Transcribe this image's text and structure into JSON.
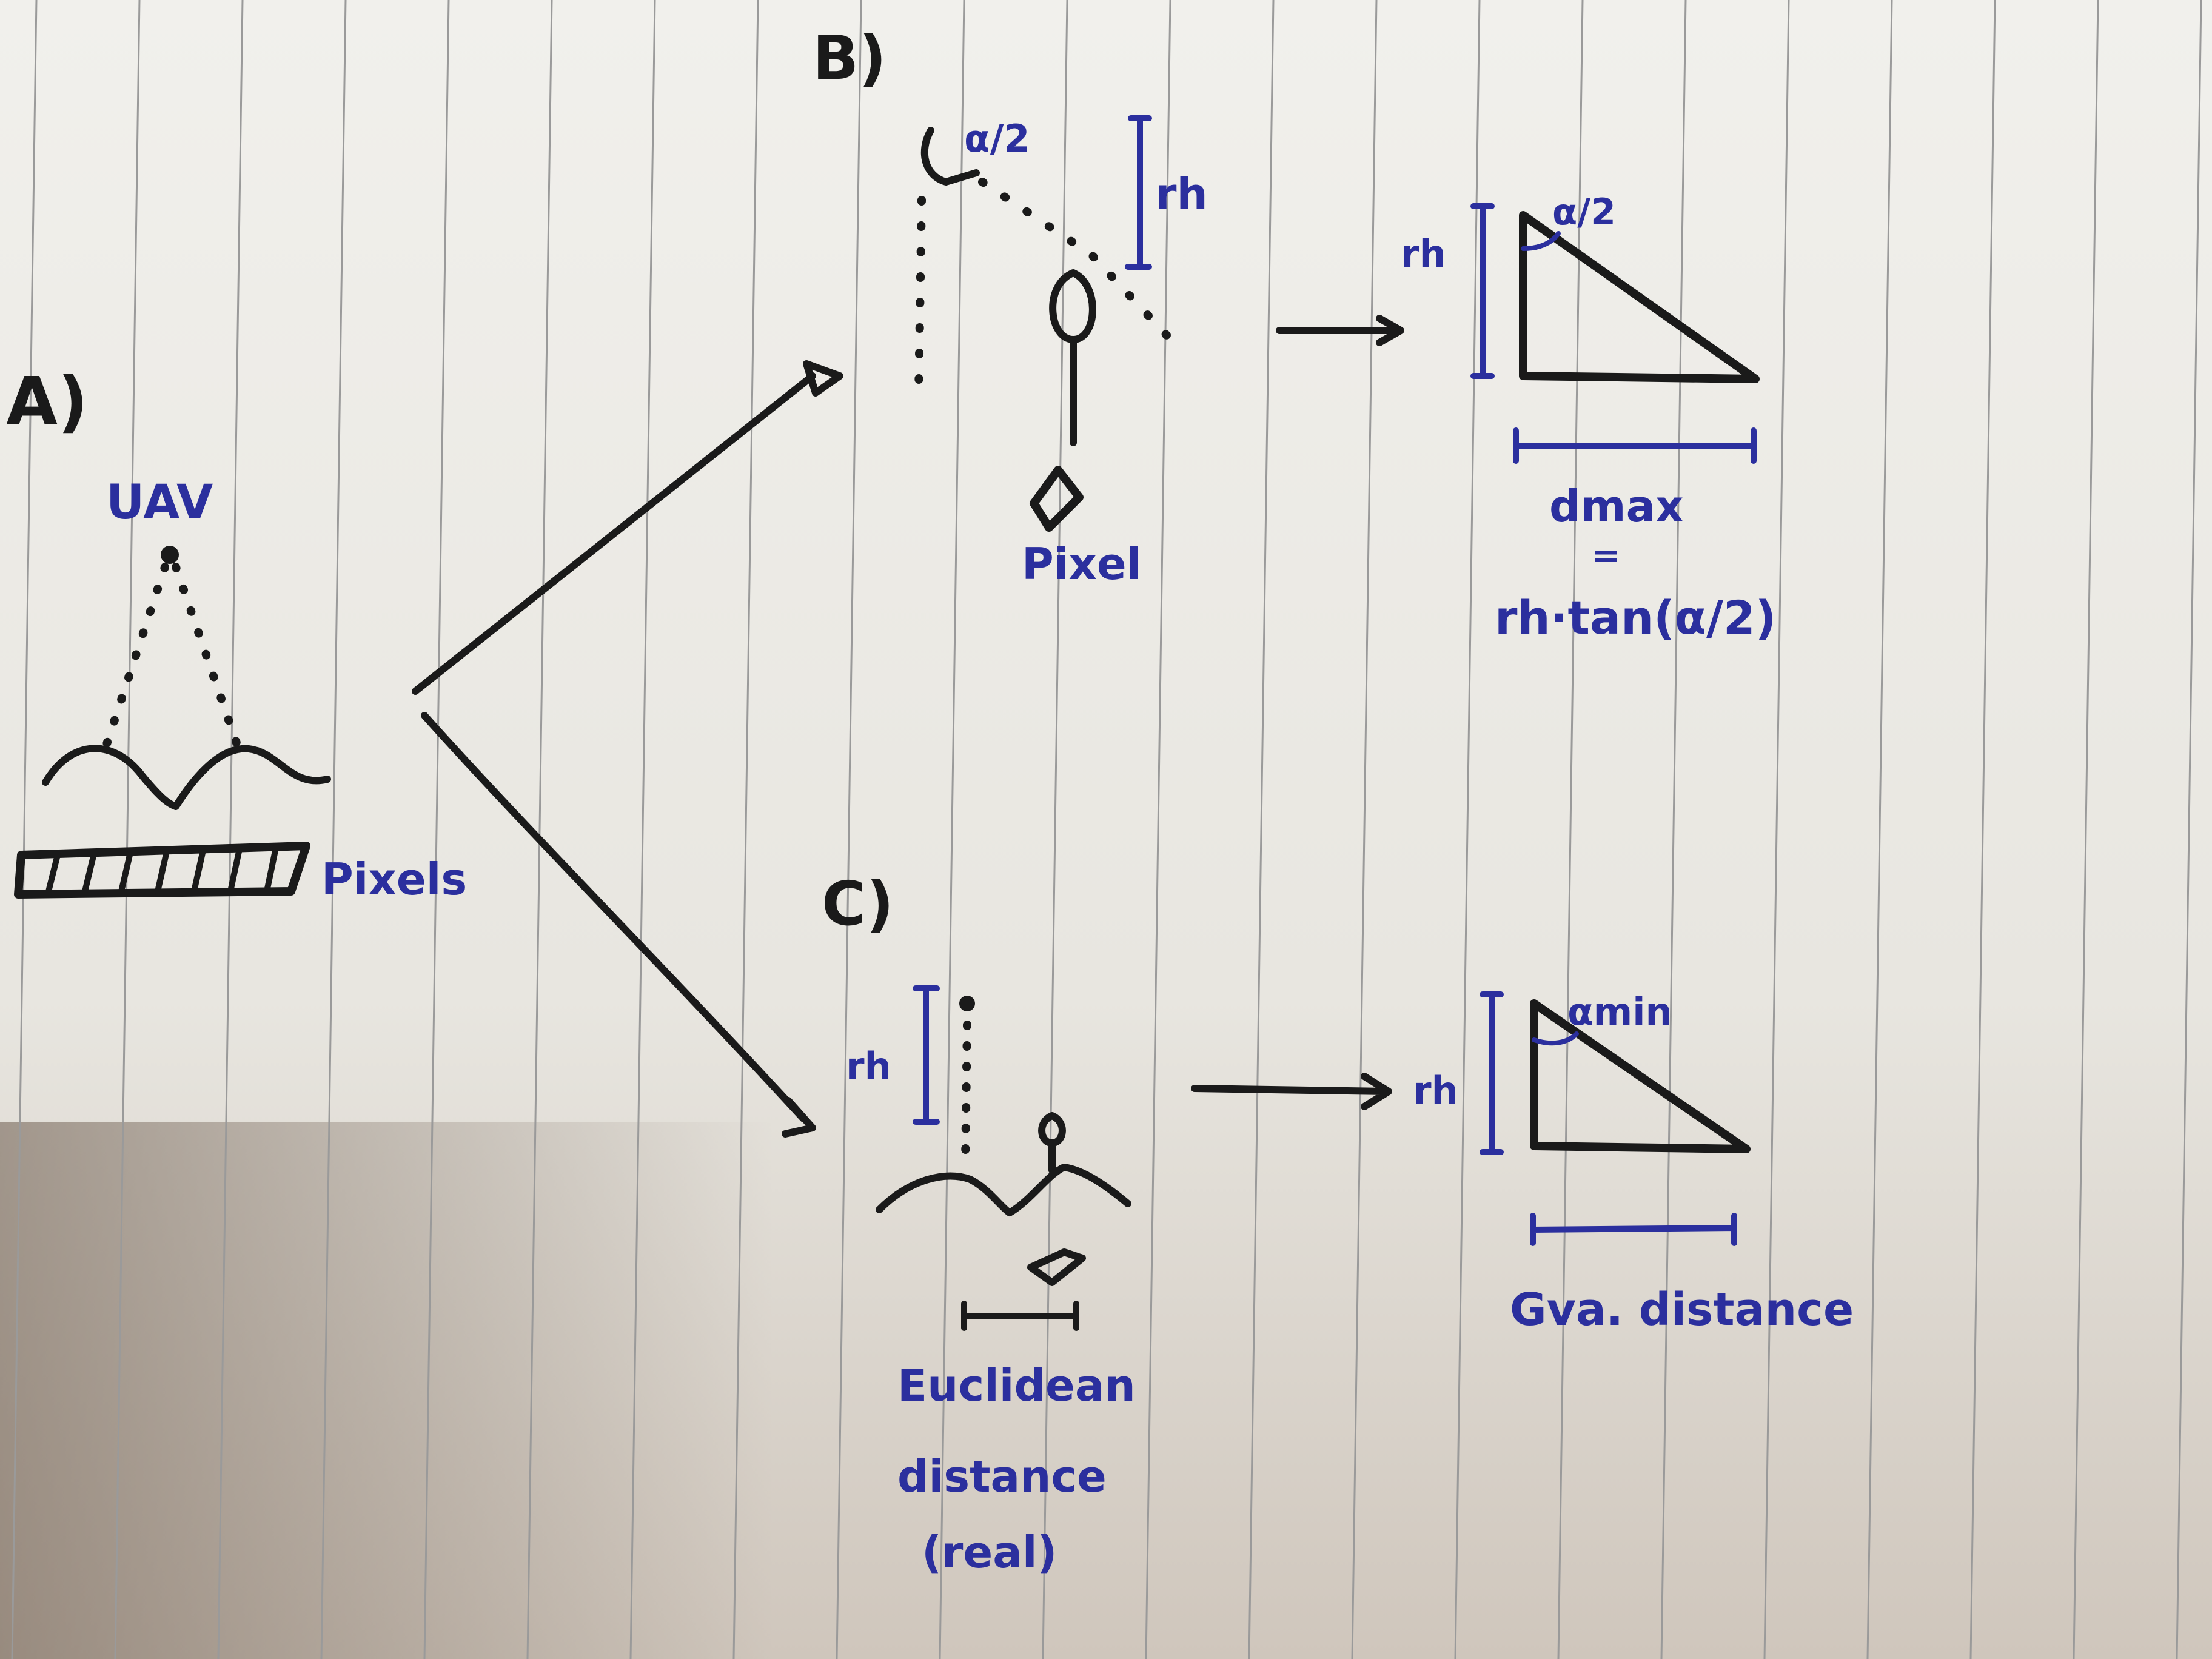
{
  "colors": {
    "paper": "#ecebe6",
    "rule": "#9a9a9a",
    "black_ink": "#1a1a1a",
    "blue_ink": "#2b2f9e"
  },
  "panel_a": {
    "label": "A)",
    "uav": "UAV",
    "pixels": "Pixels"
  },
  "panel_b": {
    "label": "B)",
    "alpha_half_top": "α/2",
    "rh_bar": "rh",
    "pixel": "Pixel",
    "tri_rh": "rh",
    "tri_alpha": "α/2",
    "dmax": "dmax",
    "equals": "=",
    "formula": "rh·tan(α/2)"
  },
  "panel_c": {
    "label": "C)",
    "rh_bar": "rh",
    "euclidean_line1": "Euclidean",
    "euclidean_line2": "distance",
    "euclidean_line3": "(real)",
    "tri_rh": "rh",
    "tri_alpha": "αmin",
    "gva": "Gva. distance"
  }
}
